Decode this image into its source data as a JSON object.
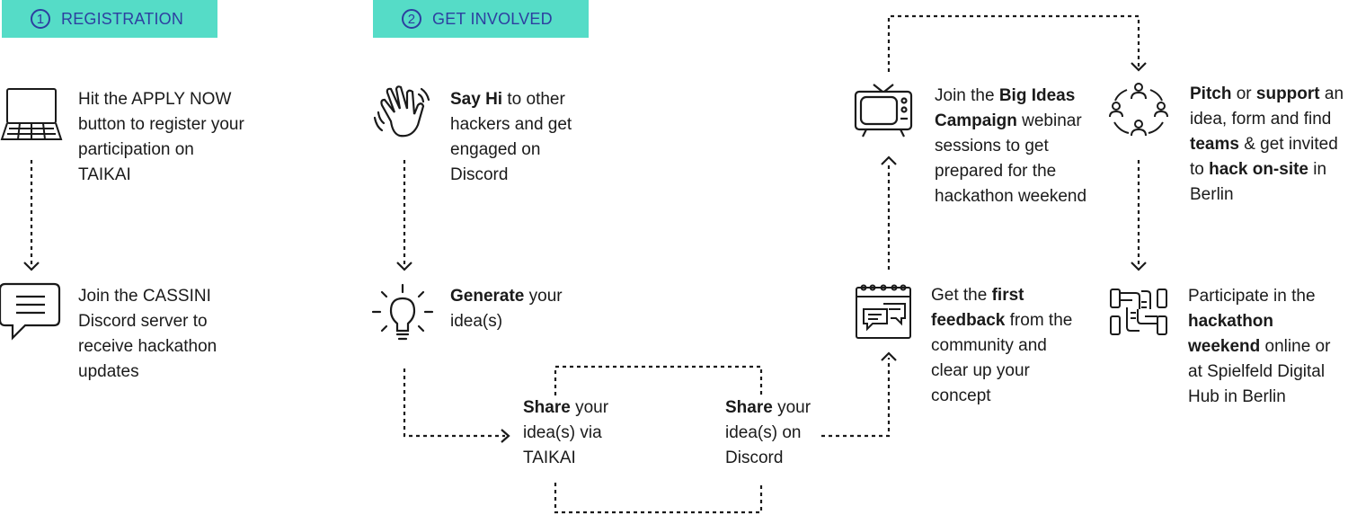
{
  "sections": [
    {
      "number": "1",
      "title": "REGISTRATION"
    },
    {
      "number": "2",
      "title": "GET INVOLVED"
    }
  ],
  "steps": {
    "apply": {
      "t1": "Hit the ",
      "b1": "APPLY NOW",
      "t2": " button to register your participation on ",
      "b2": "TAIKAI",
      "t3": ""
    },
    "discord_join": {
      "t1": "Join the CASSINI ",
      "b1": "Discord",
      "t2": " server to receive hackathon updates"
    },
    "say_hi": {
      "b1": "Say Hi",
      "t1": " to other hackers and get engaged on Discord"
    },
    "generate": {
      "b1": "Generate",
      "t1": " your idea(s)"
    },
    "share_taikai": {
      "b1": "Share",
      "t1": " your idea(s) via TAIKAI"
    },
    "share_discord": {
      "b1": "Share",
      "t1": " your idea(s) on Discord"
    },
    "feedback": {
      "t1": "Get the ",
      "b1": "first feedback",
      "t2": " from the community and clear up your concept"
    },
    "big_ideas": {
      "t1": "Join the ",
      "b1": "Big Ideas Campaign",
      "t2": " webinar sessions to get prepared for the hackathon weekend"
    },
    "pitch": {
      "b1": "Pitch",
      "t1": " or ",
      "b2": "support",
      "t2": " an idea, form and find ",
      "b3": "teams",
      "t3": " & get invited to ",
      "b4": "hack on-site",
      "t4": " in Berlin"
    },
    "participate": {
      "t1": "Participate in the ",
      "b1": "hackathon weekend",
      "t2": " online or at Spielfeld Digital Hub in Berlin"
    }
  },
  "icons": [
    "laptop-icon",
    "chat-bubble-icon",
    "waving-hand-icon",
    "lightbulb-icon",
    "calendar-chat-icon",
    "television-icon",
    "network-people-icon",
    "joined-hands-icon"
  ],
  "colors": {
    "badge_bg": "#55dcc7",
    "badge_text": "#2d3fa0",
    "text": "#1a1a1a"
  }
}
